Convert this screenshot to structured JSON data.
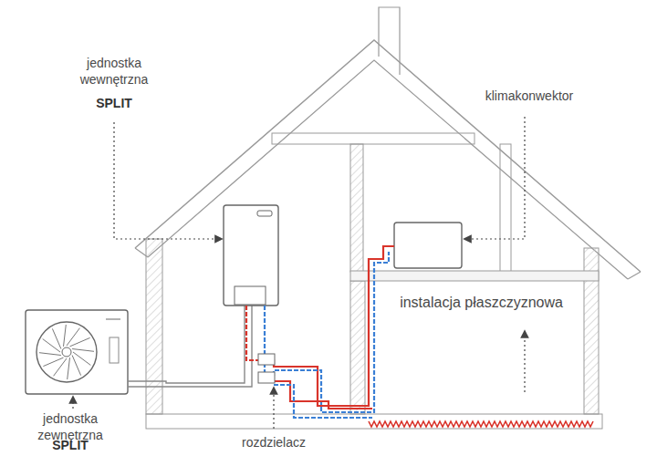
{
  "diagram": {
    "labels": [
      "jednostka wewnętrzna",
      "SPLIT",
      "klimakonwektor",
      "instalacja płaszczyznowa",
      "jednostka zewnętrzna",
      "SPLIT",
      "rozdzielacz"
    ]
  }
}
